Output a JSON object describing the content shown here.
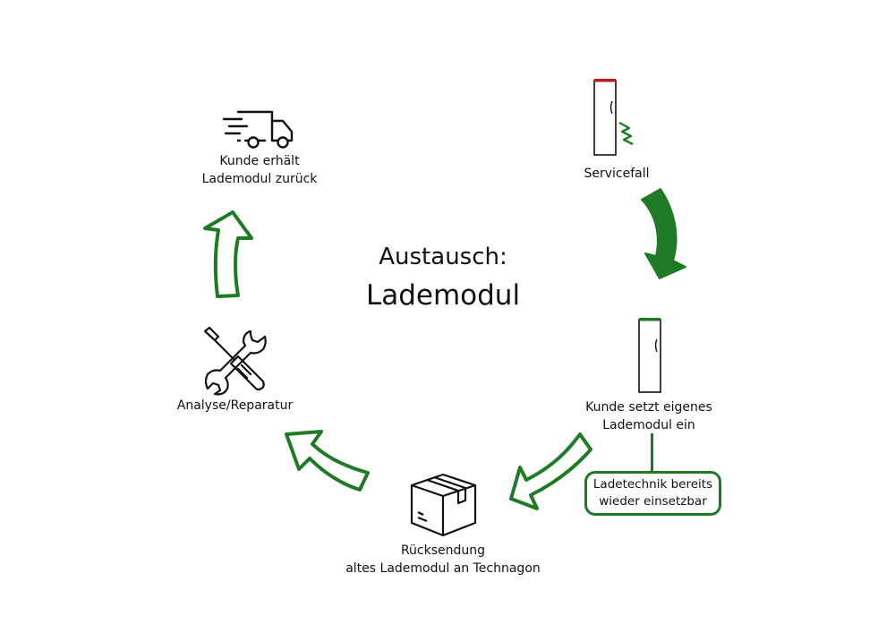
{
  "title": {
    "line1": "Austausch:",
    "line2": "Lademodul"
  },
  "steps": [
    {
      "id": "servicefall",
      "lines": [
        "Servicefall"
      ],
      "icon": "charging-station-fault-icon"
    },
    {
      "id": "kunde-setzt",
      "lines": [
        "Kunde setzt eigenes",
        "Lademodul ein"
      ],
      "icon": "charging-station-ok-icon"
    },
    {
      "id": "ruecksendung",
      "lines": [
        "Rücksendung",
        "altes Lademodul an Technagon"
      ],
      "icon": "package-box-icon"
    },
    {
      "id": "analyse",
      "lines": [
        "Analyse/Reparatur"
      ],
      "icon": "wrench-screwdriver-icon"
    },
    {
      "id": "kunde-erhaelt",
      "lines": [
        "Kunde erhält",
        "Lademodul zurück"
      ],
      "icon": "delivery-truck-icon"
    }
  ],
  "note": {
    "lines": [
      "Ladetechnik bereits",
      "wieder einsetzbar"
    ]
  },
  "colors": {
    "accent": "#1e7a25",
    "fault": "#c0161b",
    "ink": "#111111"
  }
}
